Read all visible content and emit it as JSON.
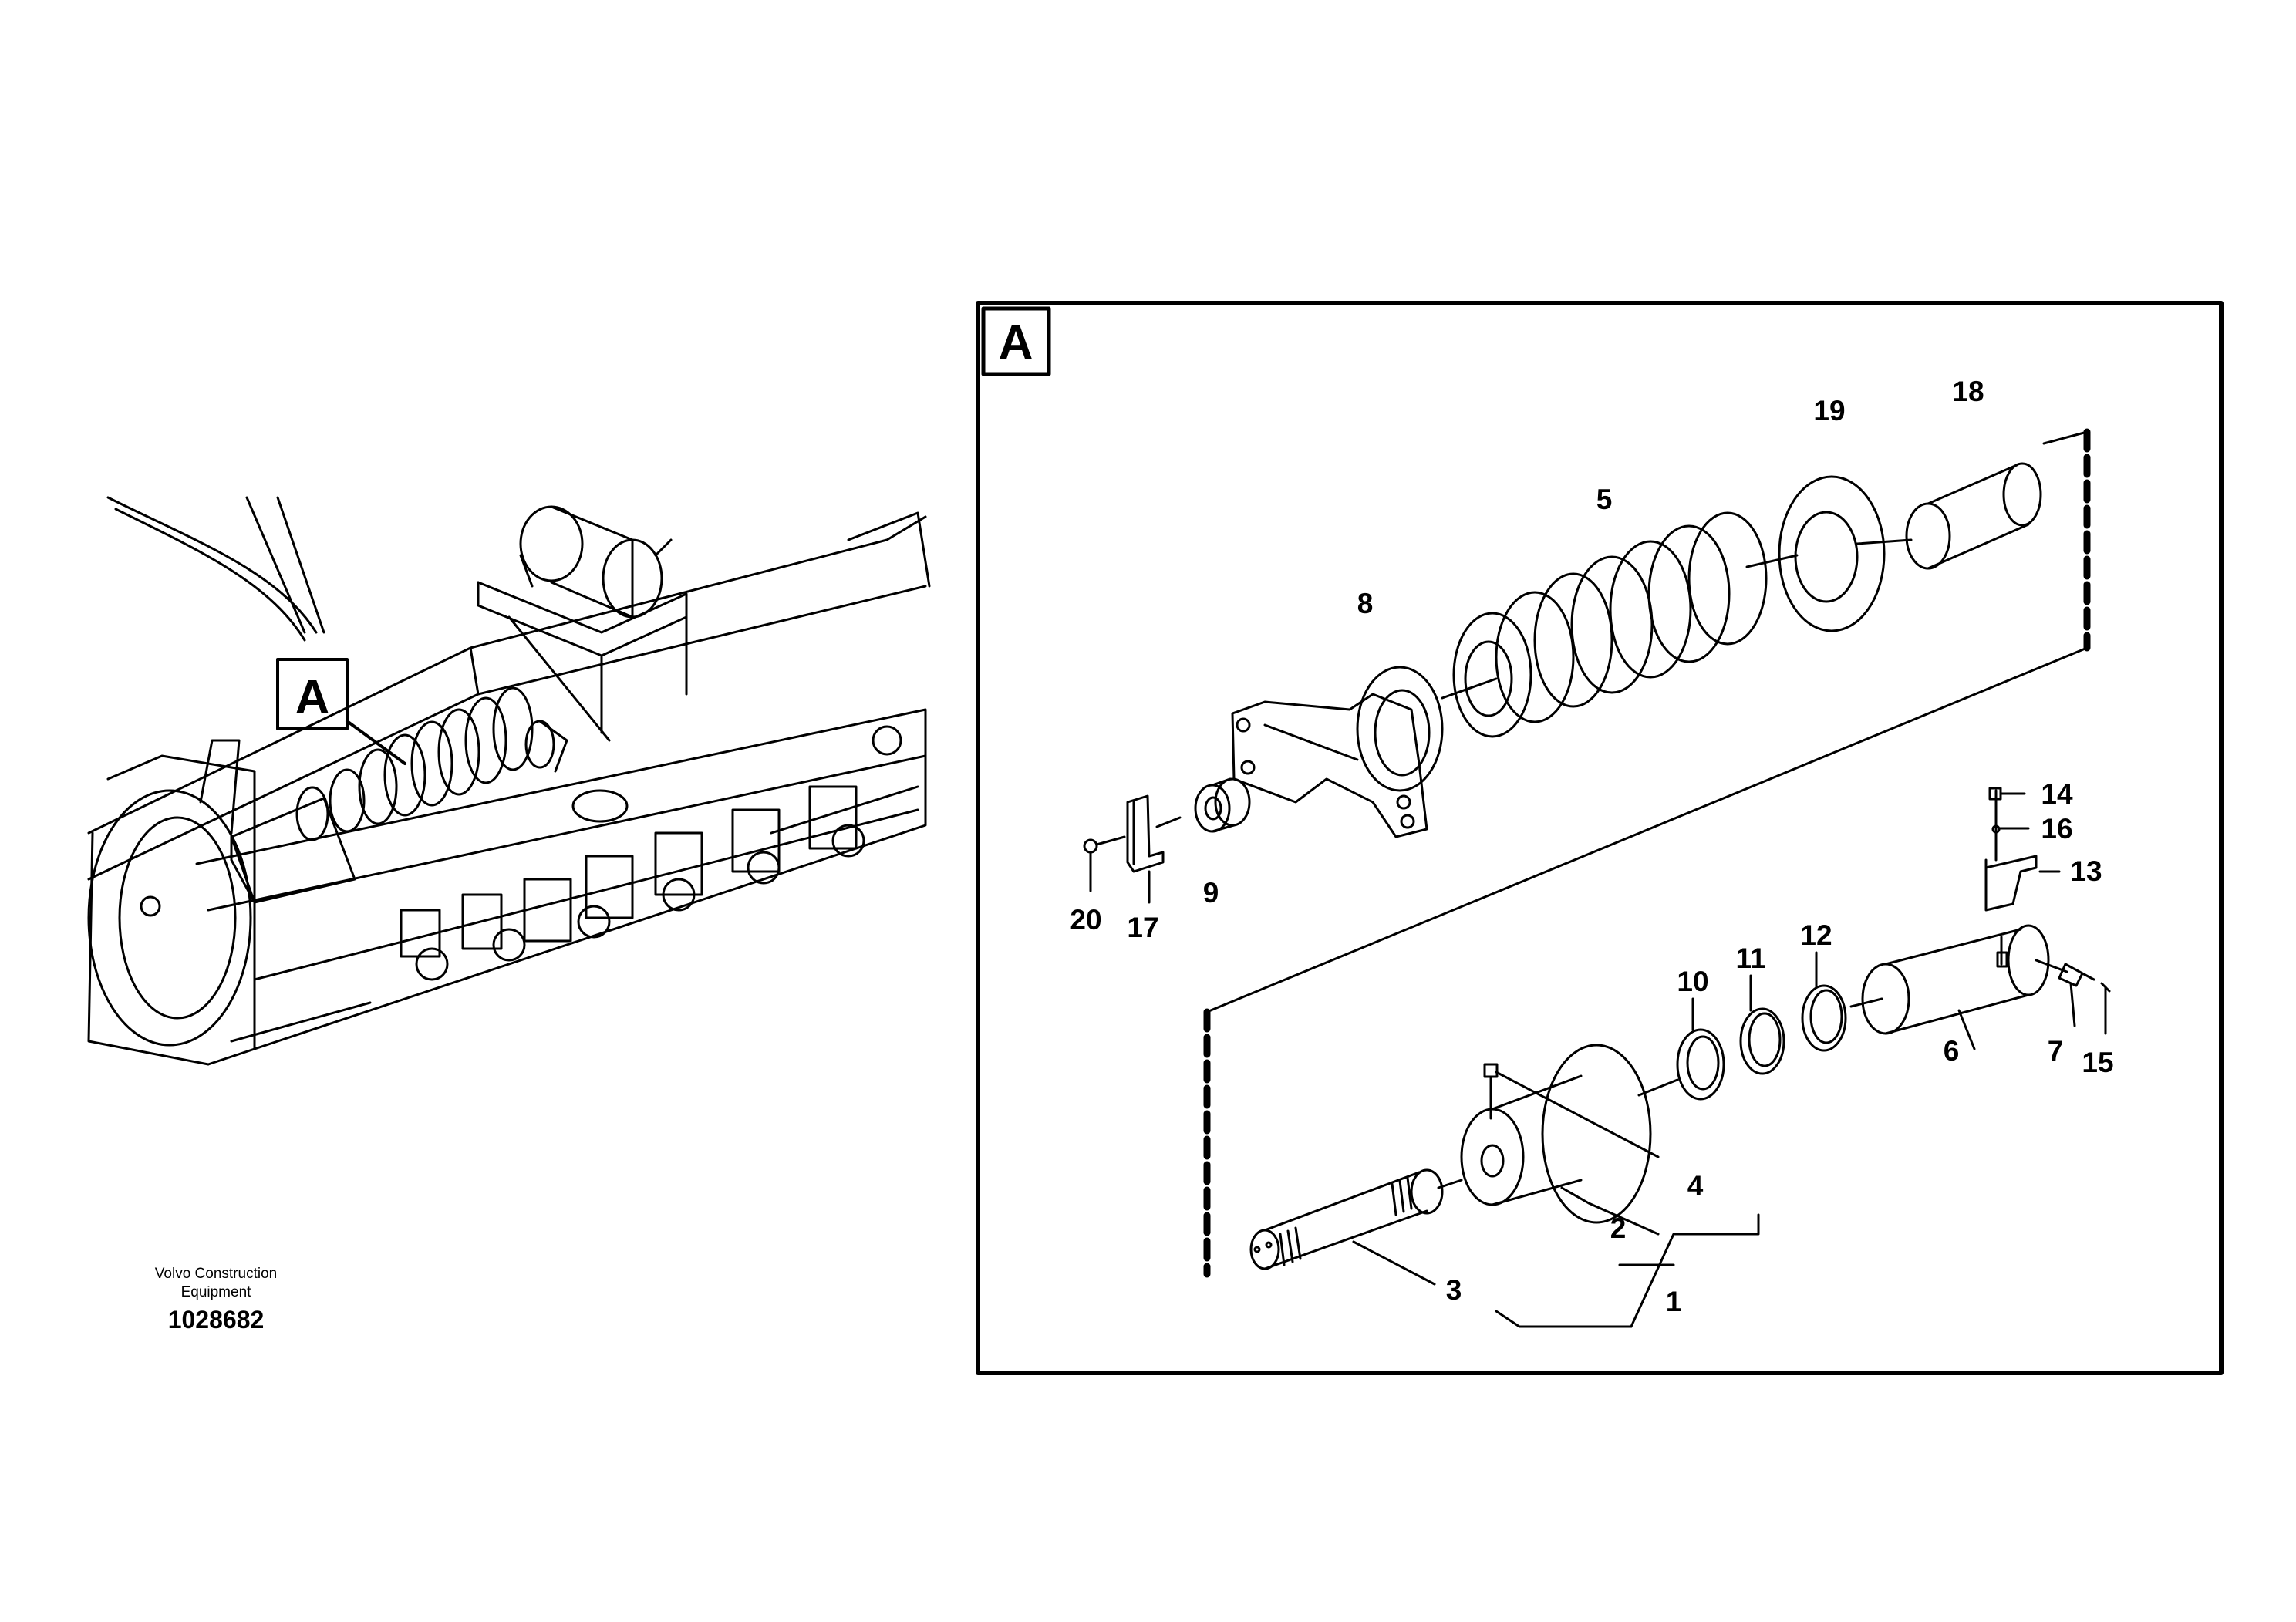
{
  "detail_frame": {
    "label": "A"
  },
  "overview": {
    "label": "A"
  },
  "footer": {
    "brand_line1": "Volvo Construction",
    "brand_line2": "Equipment",
    "doc_number": "1028682"
  },
  "callouts": {
    "c1": "1",
    "c2": "2",
    "c3": "3",
    "c4": "4",
    "c5": "5",
    "c6": "6",
    "c7": "7",
    "c8": "8",
    "c9": "9",
    "c10": "10",
    "c11": "11",
    "c12": "12",
    "c13": "13",
    "c14": "14",
    "c15": "15",
    "c16": "16",
    "c17": "17",
    "c18": "18",
    "c19": "19",
    "c20": "20"
  }
}
